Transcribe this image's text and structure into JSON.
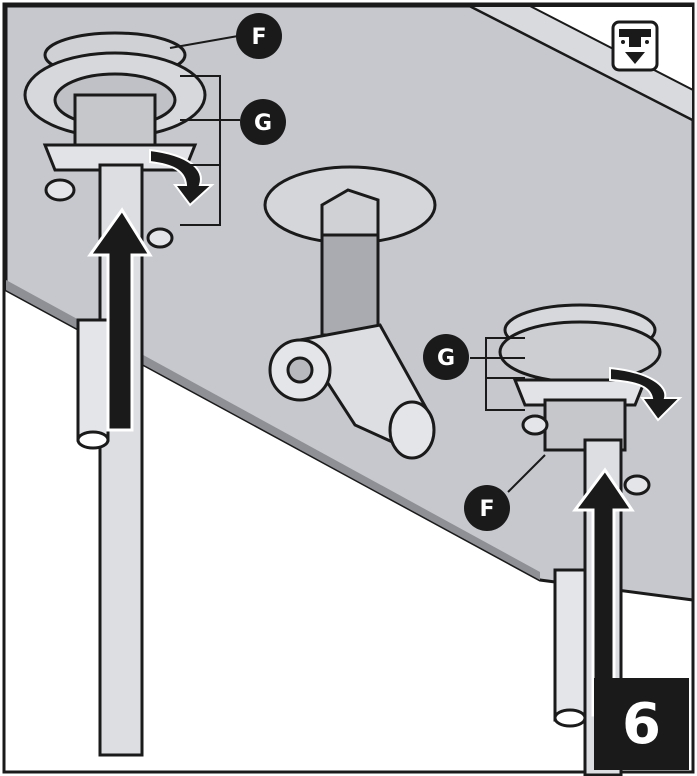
{
  "labels": {
    "top_left": "F",
    "g_left": "G",
    "g_right": "G",
    "bottom_right": "F"
  },
  "step_number": "6",
  "icons": {
    "corner": "under-sink-install-icon"
  },
  "colors": {
    "outline": "#1a1a1a",
    "surface": "#c9cbd0",
    "metal": "#dcdee2",
    "highlight": "#ffffff"
  }
}
